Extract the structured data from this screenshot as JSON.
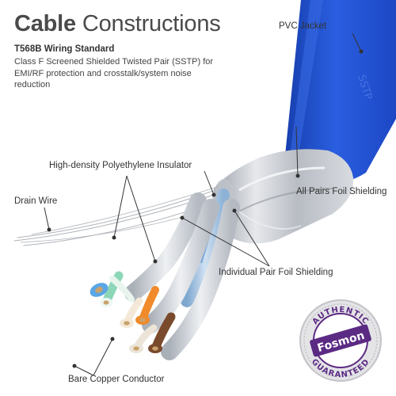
{
  "title": {
    "bold": "Cable",
    "light": "Constructions"
  },
  "standard": "T568B Wiring Standard",
  "description": "Class F Screened Shielded Twisted Pair (SSTP) for EMI/RF protection and crosstalk/system noise reduction",
  "labels": {
    "jacket": "PVC Jacket",
    "insulator": "High-density Polyethylene Insulator",
    "drain": "Drain Wire",
    "all_pairs": "All Pairs Foil Shielding",
    "pair_foil": "Individual Pair Foil Shielding",
    "copper": "Bare Copper Conductor"
  },
  "badge": {
    "top": "AUTHENTIC",
    "brand": "Fosmon",
    "bottom": "GUARANTEED"
  },
  "colors": {
    "jacket": "#1f4fd0",
    "jacket_dark": "#173fae",
    "foil": "#c9ccd2",
    "badge_purple": "#5b2a83",
    "badge_ring": "#d9d9dc",
    "leader": "#333333"
  }
}
